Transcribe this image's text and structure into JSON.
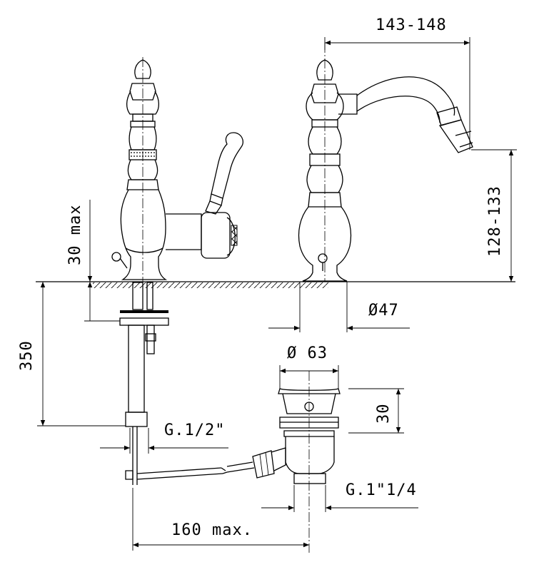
{
  "dimensions": {
    "spout_reach": "143-148",
    "spout_height": "128-133",
    "deck_thickness_max": "30 max",
    "hose_length": "350",
    "base_diameter": "Ø47",
    "waste_diameter": "Ø 63",
    "waste_height": "30",
    "inlet_thread": "G.1/2\"",
    "waste_thread": "G.1\"1/4",
    "rod_length_max": "160 max."
  }
}
